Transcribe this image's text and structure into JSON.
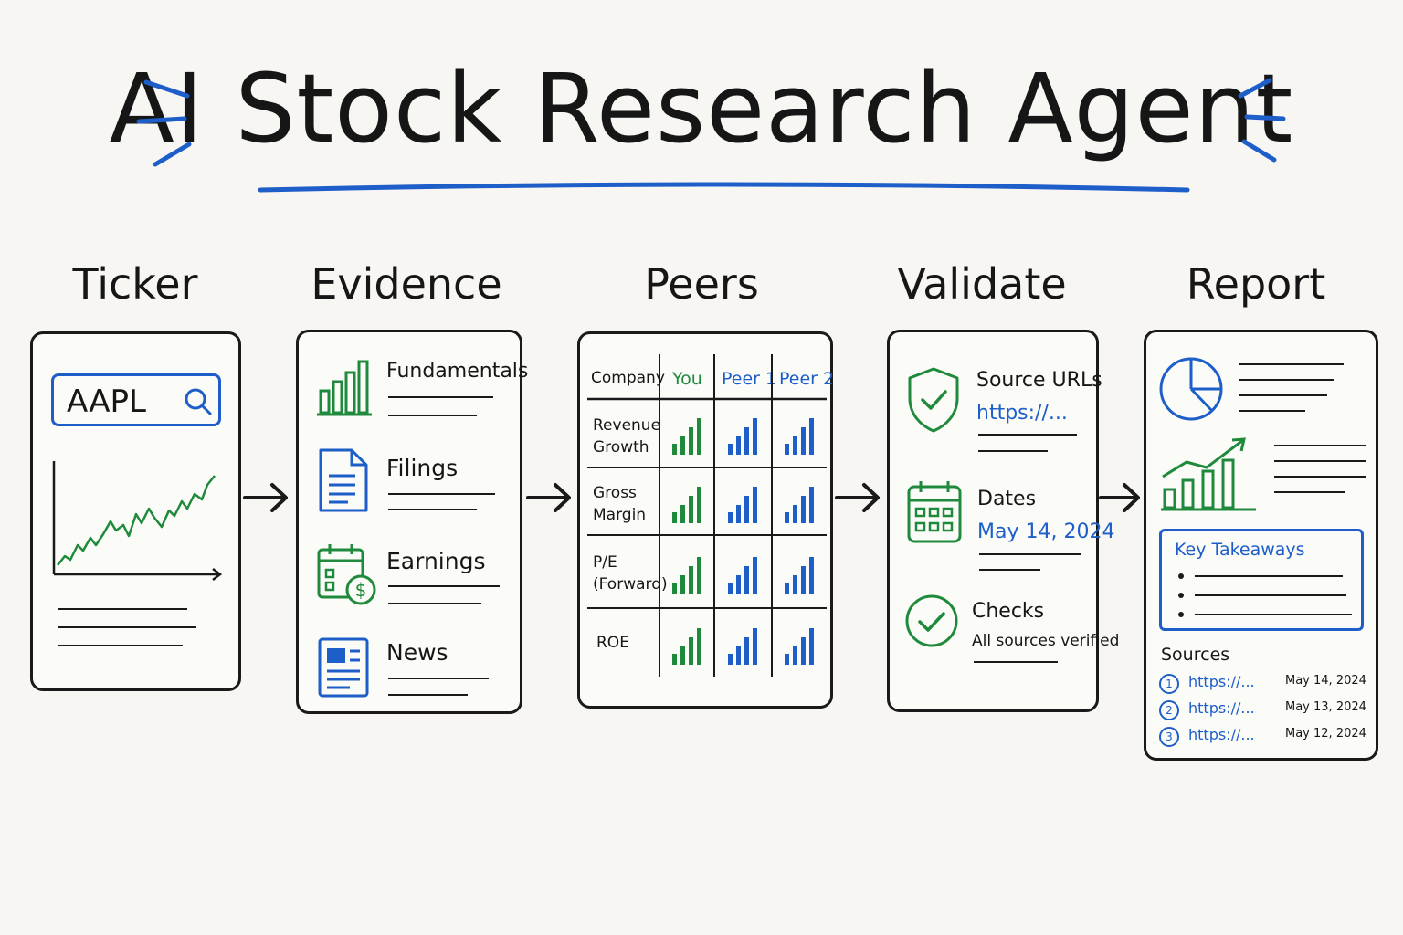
{
  "title": "AI Stock Research Agent",
  "stages": {
    "ticker": {
      "label": "Ticker",
      "search_value": "AAPL"
    },
    "evidence": {
      "label": "Evidence",
      "items": [
        "Fundamentals",
        "Filings",
        "Earnings",
        "News"
      ]
    },
    "peers": {
      "label": "Peers",
      "columns": [
        "Company",
        "You",
        "Peer 1",
        "Peer 2"
      ],
      "rows": [
        "Revenue Growth",
        "Gross Margin",
        "P/E (Forward)",
        "ROE"
      ]
    },
    "validate": {
      "label": "Validate",
      "source_title": "Source URLs",
      "source_value": "https://...",
      "dates_title": "Dates",
      "dates_value": "May 14, 2024",
      "checks_title": "Checks",
      "checks_value": "All sources verified"
    },
    "report": {
      "label": "Report",
      "takeaways_title": "Key Takeaways",
      "sources_title": "Sources",
      "sources": [
        {
          "num": "1",
          "url": "https://...",
          "date": "May 14, 2024"
        },
        {
          "num": "2",
          "url": "https://...",
          "date": "May 13, 2024"
        },
        {
          "num": "3",
          "url": "https://...",
          "date": "May 12, 2024"
        }
      ]
    }
  },
  "colors": {
    "ink": "#1a1a1a",
    "blue": "#1d5ec9",
    "green": "#1f8a3c",
    "background": "#f7f6f2"
  }
}
